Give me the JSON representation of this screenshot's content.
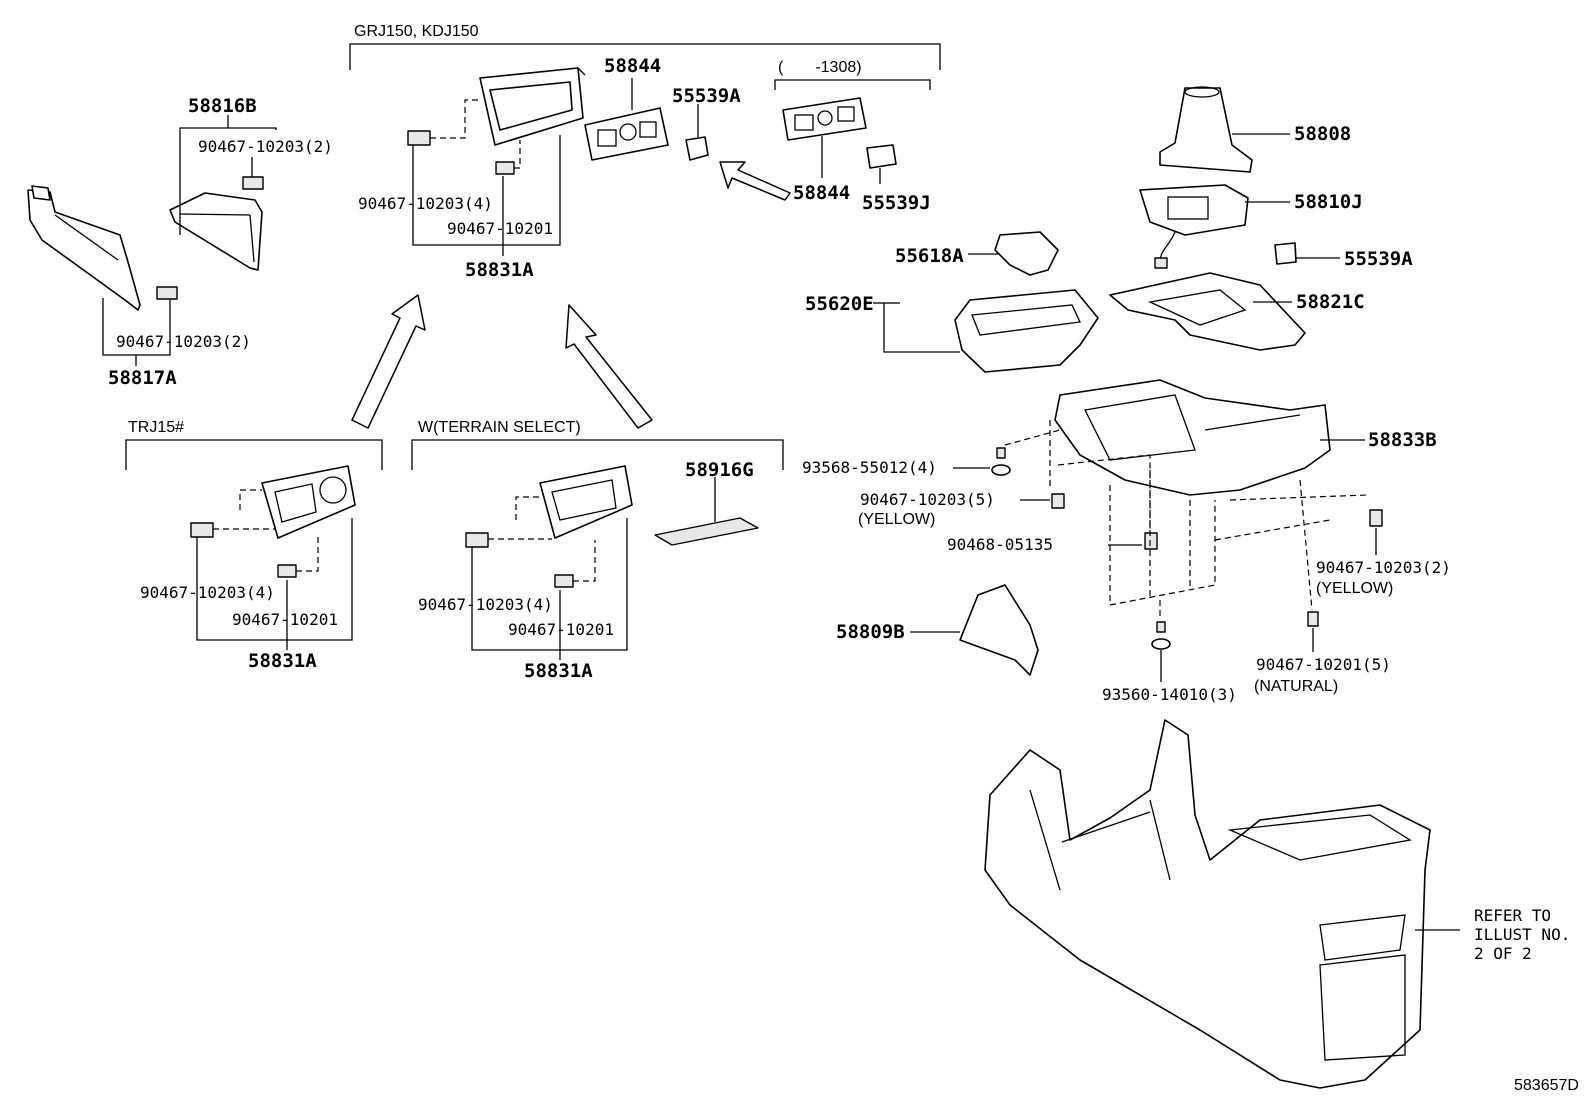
{
  "group_headers": {
    "grj150": "GRJ150, KDJ150",
    "before_1308": "(　　-1308)",
    "trj15": "TRJ15#",
    "terrain": "W(TERRAIN SELECT)"
  },
  "labels": {
    "p58816B": "58816B",
    "p90467_10203_2_a": "90467-10203(2)",
    "p90467_10203_2_b": "90467-10203(2)",
    "p58817A": "58817A",
    "p58844_a": "58844",
    "p55539A_a": "55539A",
    "p58844_b": "58844",
    "p55539J": "55539J",
    "p90467_10203_4_a": "90467-10203(4)",
    "p90467_10201_a": "90467-10201",
    "p58831A_a": "58831A",
    "p90467_10203_4_b": "90467-10203(4)",
    "p90467_10201_b": "90467-10201",
    "p58831A_b": "58831A",
    "p58916G": "58916G",
    "p90467_10203_4_c": "90467-10203(4)",
    "p90467_10201_c": "90467-10201",
    "p58831A_c": "58831A",
    "p58808": "58808",
    "p58810J": "58810J",
    "p55539A_b": "55539A",
    "p55618A": "55618A",
    "p55620E": "55620E",
    "p58821C": "58821C",
    "p58833B": "58833B",
    "p93568_55012": "93568-55012(4)",
    "p90467_10203_5": "90467-10203(5)",
    "yellow_a": "(YELLOW)",
    "p90468_05135": "90468-05135",
    "p90467_10203_2_c": "90467-10203(2)",
    "yellow_b": "(YELLOW)",
    "p58809B": "58809B",
    "p90467_10201_5": "90467-10201(5)",
    "natural": "(NATURAL)",
    "p93560_14010": "93560-14010(3)",
    "refer_1": "REFER TO",
    "refer_2": "ILLUST NO.",
    "refer_3": "2 OF 2",
    "diagram_id": "583657D"
  }
}
